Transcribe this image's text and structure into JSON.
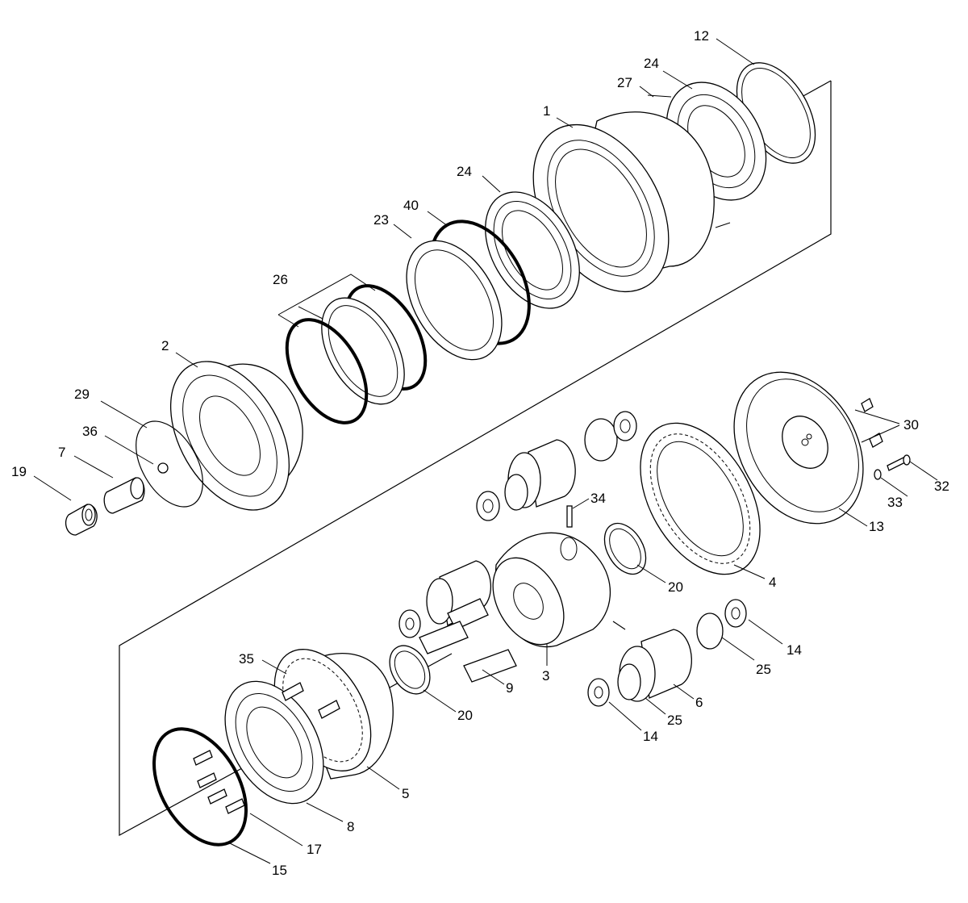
{
  "labels": {
    "l1": "1",
    "l2": "2",
    "l3": "3",
    "l4": "4",
    "l5": "5",
    "l6": "6",
    "l7": "7",
    "l8": "8",
    "l9": "9",
    "l12": "12",
    "l13": "13",
    "l14a": "14",
    "l14b": "14",
    "l15": "15",
    "l17": "17",
    "l19": "19",
    "l20a": "20",
    "l20b": "20",
    "l23": "23",
    "l24a": "24",
    "l24b": "24",
    "l25a": "25",
    "l25b": "25",
    "l26": "26",
    "l27": "27",
    "l29": "29",
    "l30": "30",
    "l32": "32",
    "l33": "33",
    "l34": "34",
    "l35": "35",
    "l36": "36",
    "l40": "40"
  },
  "colors": {
    "line": "#000000",
    "background": "#ffffff"
  }
}
